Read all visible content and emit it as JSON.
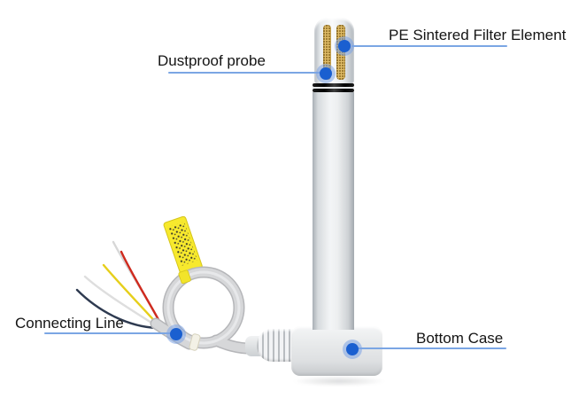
{
  "callouts": [
    {
      "id": "pe_filter",
      "label": "PE Sintered Filter Element",
      "side": "right"
    },
    {
      "id": "dustproof_probe",
      "label": "Dustproof probe",
      "side": "left"
    },
    {
      "id": "connecting_line",
      "label": "Connecting Line",
      "side": "left"
    },
    {
      "id": "bottom_case",
      "label": "Bottom Case",
      "side": "right"
    }
  ],
  "colors": {
    "background": "#ffffff",
    "callout_line_blue": "#7ba6e4",
    "callout_dot_core": "#1a5fd0",
    "callout_dot_halo": "#7ca3e4",
    "label_text": "#141414",
    "probe_body_white": "#eef0f2",
    "filter_gold": "#e0bd68",
    "ring_black": "#141414",
    "cable_gray": "#d6d7d9",
    "tag_yellow": "#f7e92d",
    "wire_red": "#cf2a1e",
    "wire_yellow": "#e6cf1b",
    "wire_dark_navy": "#2e3a50",
    "wire_white": "#dcdcdc"
  }
}
